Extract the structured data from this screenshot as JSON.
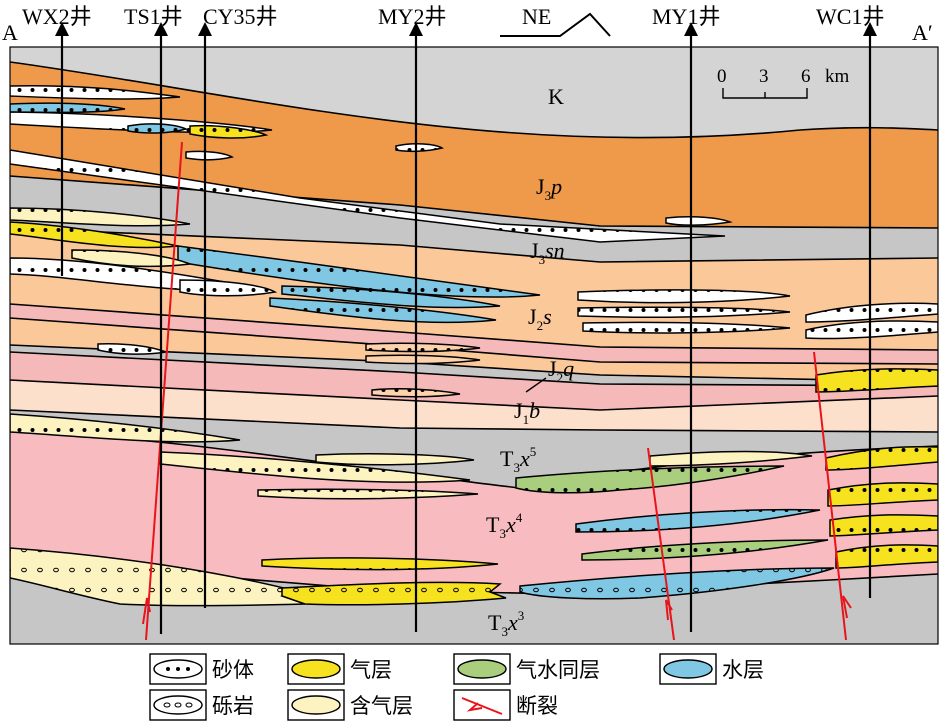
{
  "section": {
    "endpoint_left": "A",
    "endpoint_right": "A′",
    "direction": "NE",
    "scale": {
      "ticks": [
        "0",
        "3",
        "6"
      ],
      "unit": "km"
    }
  },
  "wells": [
    "WX2井",
    "TS1井",
    "CY35井",
    "MY2井",
    "MY1井",
    "WC1井"
  ],
  "formations": {
    "k": {
      "base": "K",
      "sub": "",
      "suffix": ""
    },
    "j3p": {
      "base": "J",
      "sub": "3",
      "suffix": "p"
    },
    "j3sn": {
      "base": "J",
      "sub": "3",
      "suffix": "sn"
    },
    "j2s": {
      "base": "J",
      "sub": "2",
      "suffix": "s"
    },
    "j2q": {
      "base": "J",
      "sub": "2",
      "suffix": "q"
    },
    "j1b": {
      "base": "J",
      "sub": "1",
      "suffix": "b"
    },
    "t3x5": {
      "base": "T",
      "sub": "3",
      "suffix": "x",
      "sup": "5"
    },
    "t3x4": {
      "base": "T",
      "sub": "3",
      "suffix": "x",
      "sup": "4"
    },
    "t3x3": {
      "base": "T",
      "sub": "3",
      "suffix": "x",
      "sup": "3"
    }
  },
  "legend": {
    "sand": "砂体",
    "gas": "气层",
    "gaswater": "气水同层",
    "water": "水层",
    "conglomerate": "砾岩",
    "gasbearing": "含气层",
    "fault": "断裂"
  },
  "colors": {
    "k": "#d4d4d4",
    "j3p": "#ee9a4a",
    "shale": "#c6c6c6",
    "j3s": "#fbc89a",
    "pinkband": "#f6b9b9",
    "j1b": "#fde0cc",
    "t3x4": "#f8bcc0",
    "gas": "#f6e21e",
    "gasbearing": "#fcf3c0",
    "gaswater": "#a9cf7e",
    "water": "#7fc7e3",
    "fault": "#e8141b"
  }
}
